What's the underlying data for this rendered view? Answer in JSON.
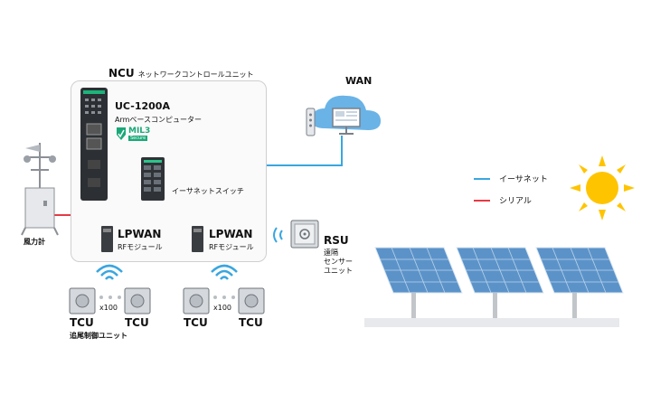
{
  "ncu": {
    "title": "NCU",
    "subtitle": "ネットワークコントロールユニット"
  },
  "computer": {
    "model": "UC-1200A",
    "desc": "Armベースコンピューター",
    "badge_top": "MIL3",
    "badge_bottom": "Secure"
  },
  "switch": {
    "label": "イーサネットスイッチ"
  },
  "lpwan": [
    {
      "title": "LPWAN",
      "desc": "RFモジュール"
    },
    {
      "title": "LPWAN",
      "desc": "RFモジュール"
    }
  ],
  "wan": {
    "label": "WAN"
  },
  "rsu": {
    "title": "RSU",
    "lines": [
      "遠隔",
      "センサー",
      "ユニット"
    ]
  },
  "wind": {
    "label": "風力計"
  },
  "tcu": {
    "left_a": "TCU",
    "left_b": "TCU",
    "right_a": "TCU",
    "right_b": "TCU",
    "count_left": "x100",
    "count_right": "x100",
    "caption": "追尾制御ユニット"
  },
  "legend": {
    "ethernet": {
      "label": "イーサネット",
      "color": "#3aa6e0"
    },
    "serial": {
      "label": "シリアル",
      "color": "#e53a45"
    }
  },
  "colors": {
    "ethernet": "#3aa6e0",
    "serial": "#e53a45",
    "sun": "#ffc400",
    "panel": "#5b93c9",
    "ground": "#e7e9ec"
  }
}
